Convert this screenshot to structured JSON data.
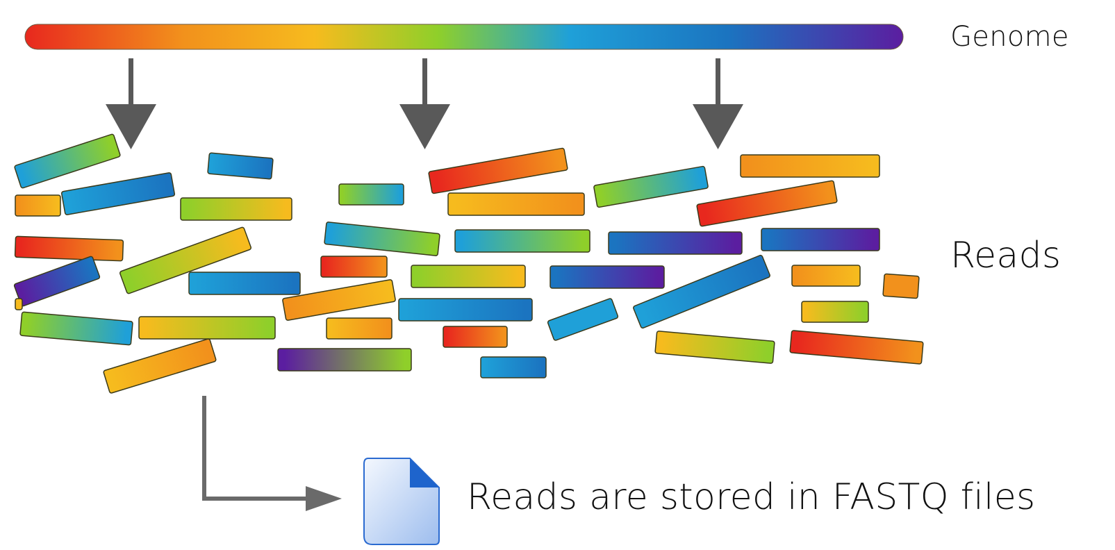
{
  "labels": {
    "genome": "Genome",
    "reads": "Reads",
    "fastq": "Reads are stored in FASTQ files"
  },
  "icons": {
    "arrow": "arrow-down-icon",
    "file": "file-icon"
  },
  "colors": {
    "arrow": "#595959",
    "outline": "#3a3a1a",
    "gradient": [
      "#e8281e",
      "#f2911c",
      "#f6bb1e",
      "#8fcf2a",
      "#1fa0d8",
      "#1b74c0",
      "#5b1ea0"
    ],
    "file_light": "#e9f1fc",
    "file_dark": "#a3c3ef",
    "file_fold": "#1e64cc"
  }
}
